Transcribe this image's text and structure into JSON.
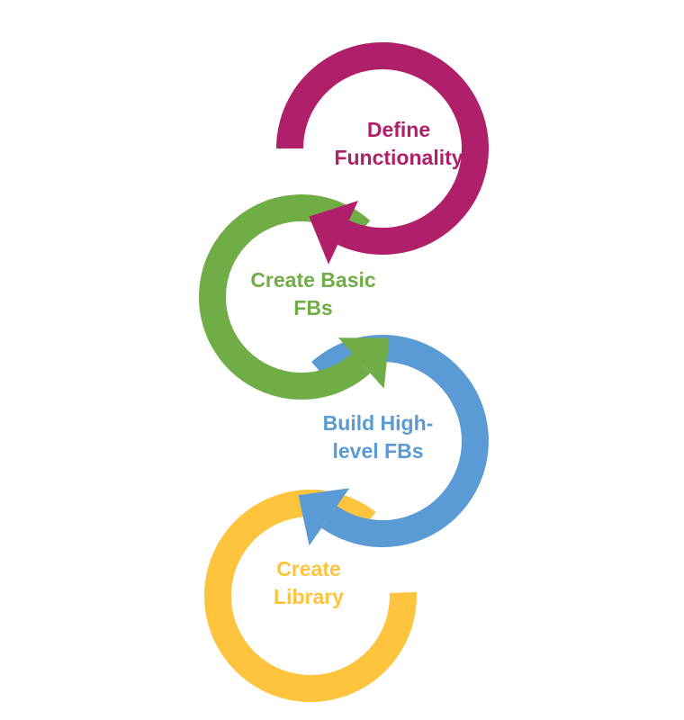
{
  "steps": [
    {
      "lines": [
        "Define",
        "Functionality"
      ],
      "color": "#B01F6A"
    },
    {
      "lines": [
        "Create Basic",
        "FBs"
      ],
      "color": "#70AD47"
    },
    {
      "lines": [
        "Build High-",
        "level FBs"
      ],
      "color": "#5B9BD5"
    },
    {
      "lines": [
        "Create",
        "Library"
      ],
      "color": "#FFC43D"
    }
  ]
}
